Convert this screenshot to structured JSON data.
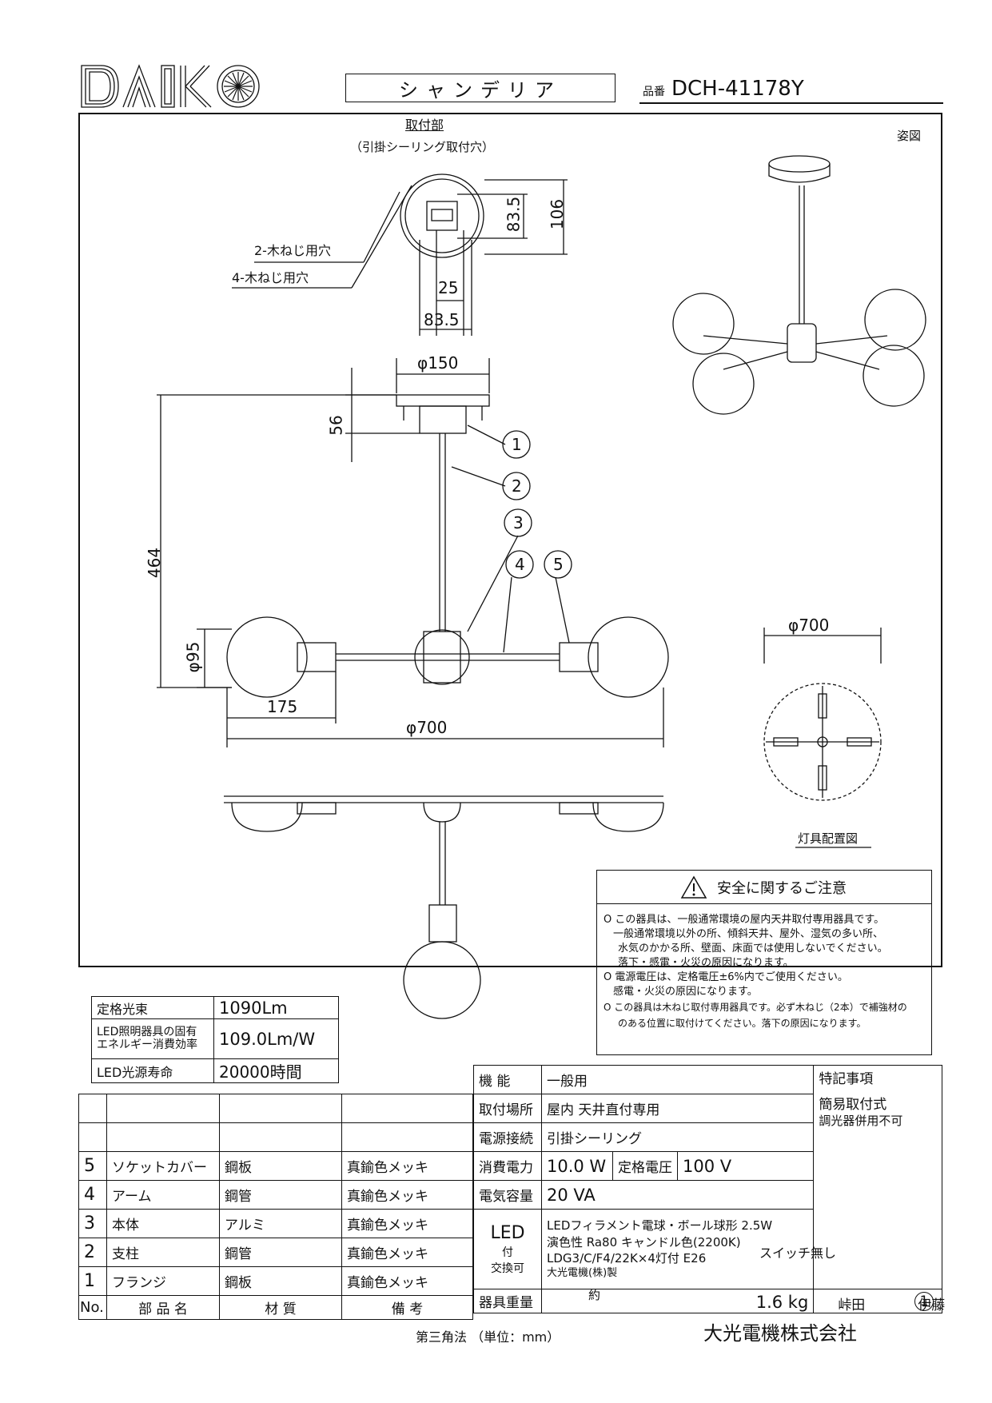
{
  "header": {
    "logo_text": "DAIKO",
    "product_type": "シャンデリア",
    "part_no_label": "品番",
    "part_no": "DCH-41178Y"
  },
  "drawing": {
    "mount_title": "取付部",
    "mount_subtitle": "（引掛シーリング取付穴）",
    "hole2": "2-木ねじ用穴",
    "hole4": "4-木ねじ用穴",
    "dim_106": "106",
    "dim_83_5_v": "83.5",
    "dim_25": "25",
    "dim_83_5_h": "83.5",
    "dim_phi150": "φ150",
    "dim_56": "56",
    "dim_464": "464",
    "dim_phi95": "φ95",
    "dim_175": "175",
    "dim_phi700_main": "φ700",
    "dim_phi700_plan": "φ700",
    "callouts": [
      "1",
      "2",
      "3",
      "4",
      "5"
    ],
    "perspective_label": "姿図",
    "layout_label": "灯具配置図"
  },
  "safety": {
    "title": "安全に関するご注意",
    "lines": [
      "O この器具は、一般通常環境の屋内天井取付専用器具です。",
      "一般通常環境以外の所、傾斜天井、屋外、湿気の多い所、",
      "水気のかかる所、壁面、床面では使用しないでください。",
      "落下・感電・火災の原因になります。",
      "O 電源電圧は、定格電圧±6%内でご使用ください。",
      "感電・火災の原因になります。",
      "O この器具は木ねじ取付専用器具です。必ず木ねじ（2本）で補強材の",
      "のある位置に取付けてください。落下の原因になります。"
    ]
  },
  "specs": {
    "rows": [
      {
        "label": "定格光束",
        "value": "1090Lm"
      },
      {
        "label": "LED照明器具の固有エネルギー消費効率",
        "label1": "LED照明器具の固有",
        "label2": "エネルギー消費効率",
        "value": "109.0Lm/W"
      },
      {
        "label": "LED光源寿命",
        "value": "20000時間"
      }
    ]
  },
  "parts": {
    "rows": [
      {
        "no": "5",
        "name": "ソケットカバー",
        "material": "鋼板",
        "note": "真鍮色メッキ"
      },
      {
        "no": "4",
        "name": "アーム",
        "material": "鋼管",
        "note": "真鍮色メッキ"
      },
      {
        "no": "3",
        "name": "本体",
        "material": "アルミ",
        "note": "真鍮色メッキ"
      },
      {
        "no": "2",
        "name": "支柱",
        "material": "鋼管",
        "note": "真鍮色メッキ"
      },
      {
        "no": "1",
        "name": "フランジ",
        "material": "鋼板",
        "note": "真鍮色メッキ"
      }
    ],
    "header": {
      "no": "No.",
      "name": "部 品 名",
      "material": "材 質",
      "note": "備 考"
    }
  },
  "info": {
    "function_label": "機 能",
    "function": "一般用",
    "mount_label": "取付場所",
    "mount": "屋内 天井直付専用",
    "conn_label": "電源接続",
    "conn": "引掛シーリング",
    "power_label": "消費電力",
    "power": "10.0 W",
    "voltage_label": "定格電圧",
    "voltage": "100 V",
    "capacity_label": "電気容量",
    "capacity": "20 VA",
    "led_label1": "LED",
    "led_label2": "付",
    "led_label3": "交換可",
    "led1": "LEDフィラメント電球・ボール球形 2.5W",
    "led2": "演色性 Ra80 キャンドル色(2200K)",
    "led3": "LDG3/C/F4/22K×4灯付 E26",
    "led4": "大光電機(株)製",
    "weight_label": "器具重量",
    "weight_approx": "約",
    "weight": "1.6 kg",
    "notes_label": "特記事項",
    "note1": "簡易取付式",
    "note2": "調光器併用不可",
    "switch": "スイッチ無し",
    "sign1": "峠田",
    "sign2": "伊藤",
    "sheet_no": "1"
  },
  "footer": {
    "projection": "第三角法 （単位：mm）",
    "company": "大光電機株式会社"
  }
}
